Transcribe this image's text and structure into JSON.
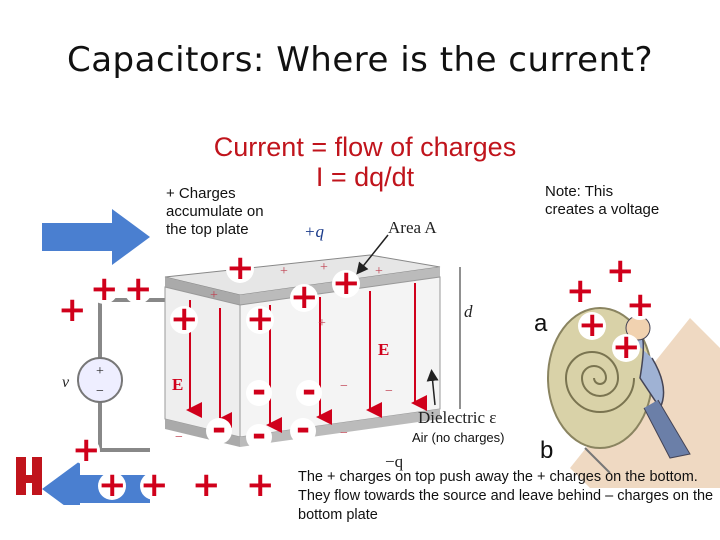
{
  "slide": {
    "title": "Capacitors: Where is the current?",
    "current_line1": "Current = flow of charges",
    "current_line2": "I = dq/dt",
    "left_note": "+ Charges accumulate on the top plate",
    "right_note": "Note: This creates a voltage",
    "air_label": "Air (no charges)",
    "label_a": "a",
    "label_b": "b",
    "bottom_text": "The + charges on top push away the + charges on the bottom. They flow towards the source and leave behind – charges on the bottom plate"
  },
  "diagram": {
    "plus_q": "+q",
    "minus_q": "−q",
    "area": "Area A",
    "dielectric": "Dielectric ε",
    "d": "d",
    "field_e": "E",
    "v": "v"
  },
  "colors": {
    "charge_red": "#d0001b",
    "arrow_blue": "#4a7fd0",
    "plate_gray": "#9a9a9a"
  }
}
